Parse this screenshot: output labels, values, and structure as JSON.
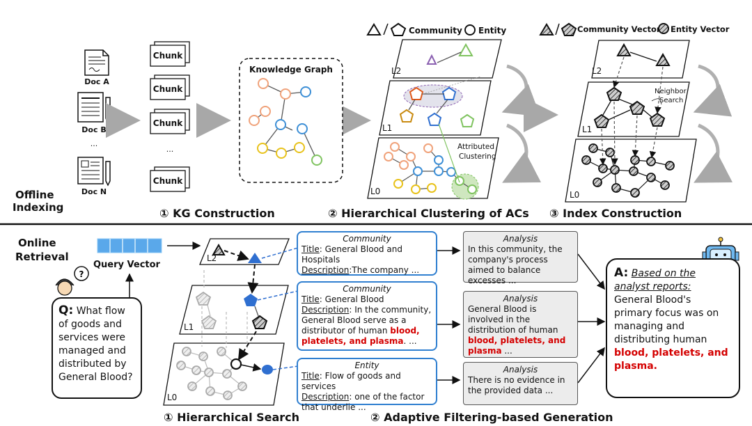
{
  "offline": {
    "docs": [
      "Doc A",
      "Doc B",
      "...",
      "Doc N"
    ],
    "chunk_label": "Chunk",
    "chunk_ellipsis": "...",
    "kg_title": "Knowledge Graph",
    "label": [
      "Offline",
      "Indexing"
    ],
    "legend_community": "Community",
    "legend_entity": "Entity",
    "legend_community_vector": "Community Vector",
    "legend_entity_vector": "Entity Vector",
    "layer_labels": [
      "L2",
      "L1",
      "L0"
    ],
    "attributed_clustering": [
      "Attributed",
      "Clustering"
    ],
    "neighbor_search": [
      "Neighbor",
      "Search"
    ],
    "sections": [
      "① KG Construction",
      "② Hierarchical Clustering of ACs",
      "③ Index Construction"
    ]
  },
  "online": {
    "label": [
      "Online",
      "Retrieval"
    ],
    "query_vector": "Query Vector",
    "question_prefix": "Q:",
    "question_first": "What flow",
    "question_rest": "of goods and services were managed and distributed by General Blood?",
    "sections": [
      "① Hierarchical Search",
      "② Adaptive Filtering-based Generation"
    ],
    "reports": [
      {
        "heading": "Community",
        "title_label": "Title",
        "title": ": General Blood and Hospitals",
        "desc_label": "Description",
        "desc": ":The company ...",
        "desc_red": "",
        "desc_end": ""
      },
      {
        "heading": "Community",
        "title_label": "Title",
        "title": ": General Blood",
        "desc_label": "Description",
        "desc": ": In the community, General Blood serve as a distributor of human ",
        "desc_red": "blood, platelets, and plasma",
        "desc_end": ". ..."
      },
      {
        "heading": "Entity",
        "title_label": "Title",
        "title": ": Flow of goods and services",
        "desc_label": "Description",
        "desc": ": one of the factor that underlie ...",
        "desc_red": "",
        "desc_end": ""
      }
    ],
    "analyses": [
      {
        "heading": "Analysis",
        "text": "In this community, the company's process aimed to balance excesses ...",
        "red": "",
        "end": ""
      },
      {
        "heading": "Analysis",
        "text": "General Blood is involved in the distribution of human ",
        "red": "blood, platelets, and plasma",
        "end": " ..."
      },
      {
        "heading": "Analysis",
        "text": "There is no evidence in the provided data ...",
        "red": "",
        "end": ""
      }
    ],
    "answer_prefix": "A:",
    "answer_lead": "Based on the analyst reports:",
    "answer_text": "General Blood's primary focus was on managing and distributing human",
    "answer_red": "blood, platelets, and plasma."
  },
  "colors": {
    "orange": "#f0a27a",
    "blue": "#3d8fd6",
    "green": "#7fc35f",
    "yellow": "#e8c21a",
    "purple": "#8a5fb0",
    "brown": "#c98a10",
    "query_blue": "#2f6fd0",
    "red": "#d40000"
  }
}
